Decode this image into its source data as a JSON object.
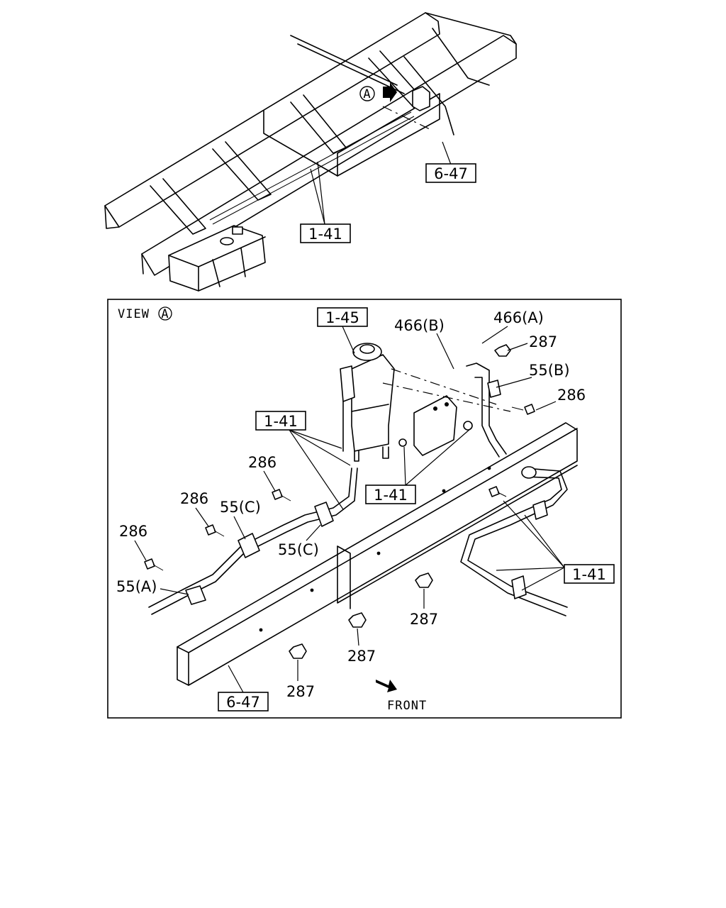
{
  "overview": {
    "view_marker": "A",
    "callouts": {
      "frame_ref": "6-47",
      "pipe_ref": "1-41"
    }
  },
  "detail": {
    "view_title": "VIEW",
    "view_marker": "A",
    "front_label": "FRONT",
    "callouts": {
      "filter_ref": "1-45",
      "pipe_ref_left": "1-41",
      "pipe_ref_mid": "1-41",
      "pipe_ref_right": "1-41",
      "frame_ref": "6-47"
    },
    "labels": {
      "part_466b": "466(B)",
      "part_466a": "466(A)",
      "part_287_top": "287",
      "part_55b": "55(B)",
      "part_286_right": "286",
      "part_286_a": "286",
      "part_286_b": "286",
      "part_286_c": "286",
      "part_55c_a": "55(C)",
      "part_55c_b": "55(C)",
      "part_55a": "55(A)",
      "part_287_a": "287",
      "part_287_b": "287",
      "part_287_c": "287"
    }
  }
}
